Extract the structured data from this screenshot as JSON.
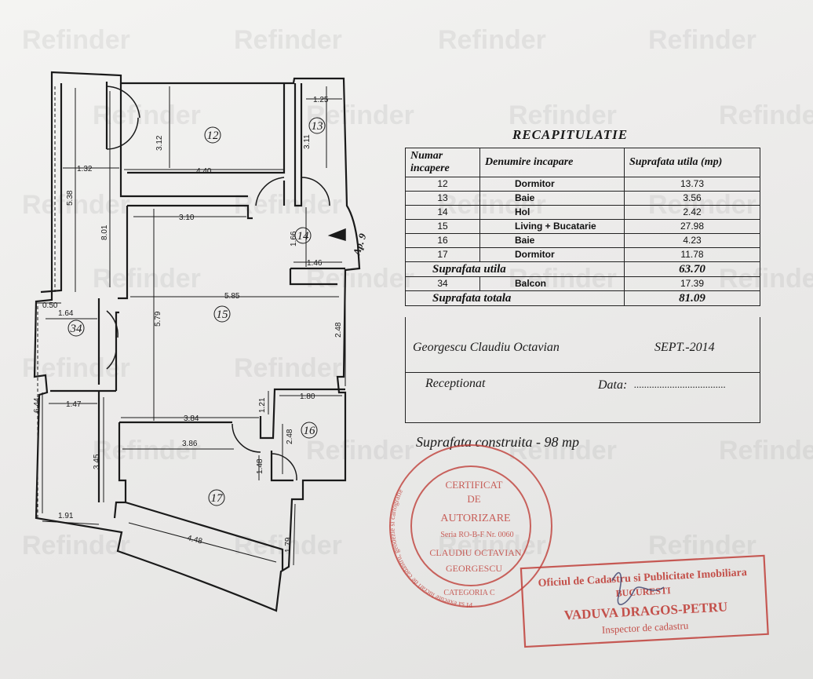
{
  "watermark": "Refinder",
  "plan": {
    "rooms": [
      {
        "id": "12"
      },
      {
        "id": "13"
      },
      {
        "id": "14"
      },
      {
        "id": "15"
      },
      {
        "id": "16"
      },
      {
        "id": "17"
      },
      {
        "id": "34"
      }
    ],
    "apartment_label": "Ap. 9",
    "dimensions": [
      "1.25",
      "3.12",
      "3.11",
      "1.32",
      "4.40",
      "5.38",
      "8.01",
      "3.10",
      "1.66",
      "1.46",
      "0.50",
      "1.64",
      "5.85",
      "5.79",
      "2.48",
      "1.21",
      "1.80",
      "6.44",
      "1.47",
      "3.84",
      "2.48",
      "3.86",
      "1.48",
      "3.45",
      "1.91",
      "4.48",
      "1.79"
    ]
  },
  "recap": {
    "title": "RECAPITULATIE",
    "headers": {
      "number": "Numar incapere",
      "name": "Denumire incapare",
      "area": "Suprafata utila (mp)"
    },
    "rows": [
      {
        "nr": "12",
        "name": "Dormitor",
        "area": "13.73"
      },
      {
        "nr": "13",
        "name": "Baie",
        "area": "3.56"
      },
      {
        "nr": "14",
        "name": "Hol",
        "area": "2.42"
      },
      {
        "nr": "15",
        "name": "Living + Bucatarie",
        "area": "27.98"
      },
      {
        "nr": "16",
        "name": "Baie",
        "area": "4.23"
      },
      {
        "nr": "17",
        "name": "Dormitor",
        "area": "11.78"
      }
    ],
    "useful": {
      "label": "Suprafata utila",
      "value": "63.70"
    },
    "balcony": {
      "nr": "34",
      "name": "Balcon",
      "area": "17.39"
    },
    "total": {
      "label": "Suprafata totala",
      "value": "81.09"
    }
  },
  "signature": {
    "name": "Georgescu Claudiu Octavian",
    "date": "SEPT.-2014",
    "received": "Receptionat",
    "date_label": "Data:",
    "date_dots": "...................................."
  },
  "built_area": "Suprafata construita - 98 mp",
  "stamp_round": {
    "center": [
      "CERTIFICAT",
      "DE",
      "AUTORIZARE",
      "Seria RO-B-F Nr. 0060",
      "CLAUDIU OCTAVIAN",
      "GEORGESCU"
    ],
    "ring_text": "Persoana fizica autorizata de ANCPI sa execute lucrari de cadastru, geodezie si cartografie",
    "category": "CATEGORIA C"
  },
  "stamp_rect": {
    "line1": "Oficiul de Cadastru si Publicitate Imobiliara",
    "line2": "BUCURESTI",
    "line3": "VADUVA DRAGOS-PETRU",
    "line4": "Inspector de cadastru"
  },
  "colors": {
    "ink": "#1a1a1a",
    "stamp": "#c0403a"
  }
}
